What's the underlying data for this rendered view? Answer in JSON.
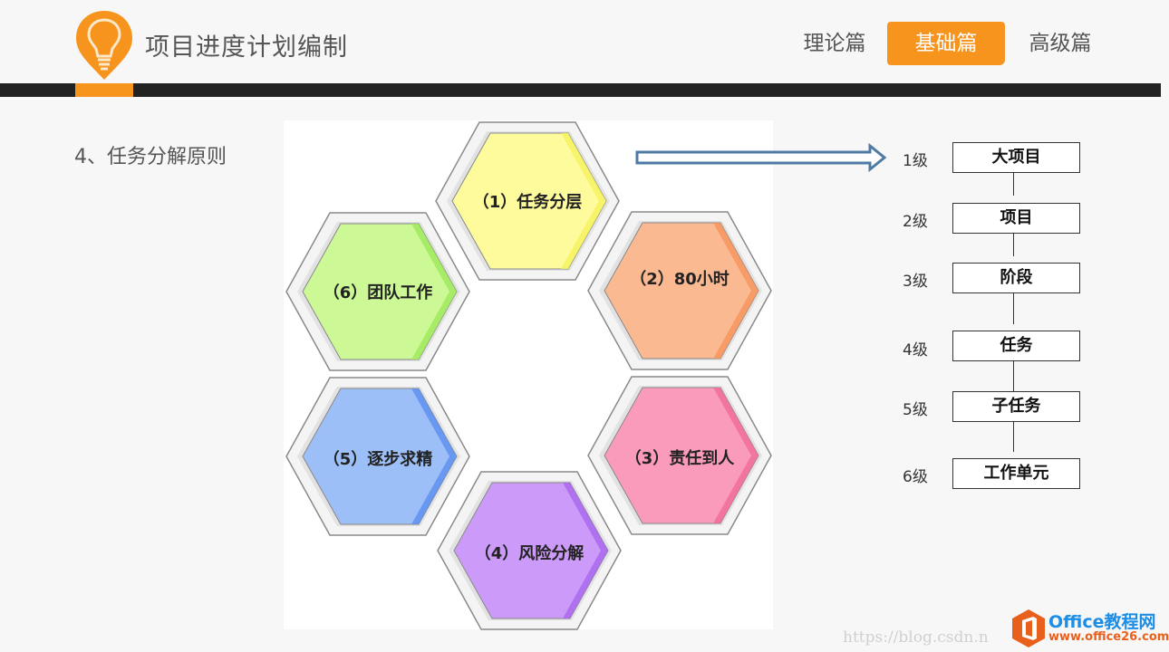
{
  "header": {
    "title": "项目进度计划编制",
    "logo_icon": "lightbulb-pin-icon",
    "tabs": [
      {
        "label": "理论篇",
        "active": false
      },
      {
        "label": "基础篇",
        "active": true
      },
      {
        "label": "高级篇",
        "active": false
      }
    ]
  },
  "colors": {
    "accent": "#f7941d",
    "bar": "#222222",
    "arrow": "#4f7aa3"
  },
  "section": {
    "title": "4、任务分解原则"
  },
  "principles": [
    {
      "label": "（1）任务分层",
      "color": "#fdfb9c",
      "edge": "#f5f25c"
    },
    {
      "label": "（2）80小时",
      "color": "#fbb992",
      "edge": "#f6935c"
    },
    {
      "label": "（3）责任到人",
      "color": "#fb9bbb",
      "edge": "#f06b98"
    },
    {
      "label": "（4）风险分解",
      "color": "#cc9bf9",
      "edge": "#a866ee"
    },
    {
      "label": "（5）逐步求精",
      "color": "#9dbff8",
      "edge": "#5d8ff0"
    },
    {
      "label": "（6）团队工作",
      "color": "#cdf896",
      "edge": "#9ee85a"
    }
  ],
  "levels": [
    {
      "level": "1级",
      "name": "大项目"
    },
    {
      "level": "2级",
      "name": "项目"
    },
    {
      "level": "3级",
      "name": "阶段"
    },
    {
      "level": "4级",
      "name": "任务"
    },
    {
      "level": "5级",
      "name": "子任务"
    },
    {
      "level": "6级",
      "name": "工作单元"
    }
  ],
  "watermark": {
    "url_text": "https://blog.csdn.n",
    "brand_name": "Office教程网",
    "brand_url": "www.office26.com"
  }
}
